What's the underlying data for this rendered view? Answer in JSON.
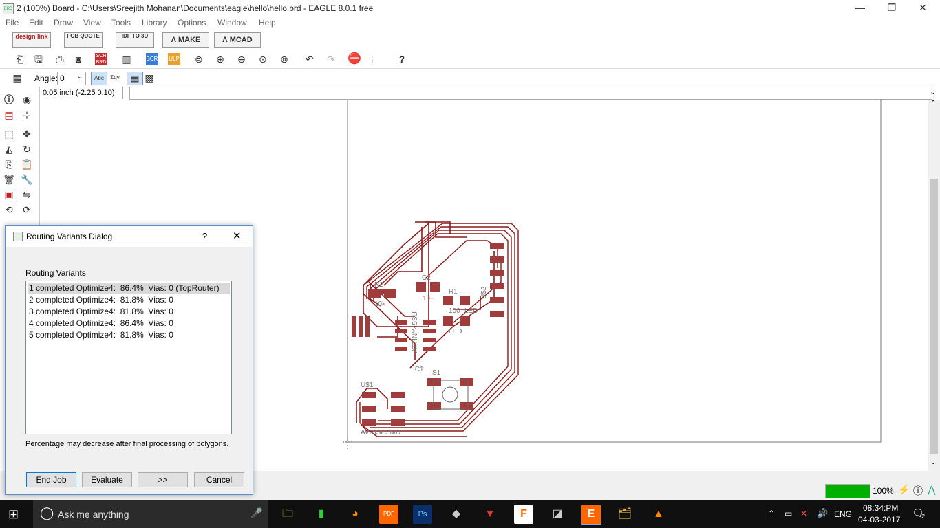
{
  "window": {
    "title": "2 (100%) Board - C:\\Users\\Sreejith Mohanan\\Documents\\eagle\\hello\\hello.brd - EAGLE 8.0.1 free",
    "minimize": "—",
    "maximize": "❐",
    "close": "✕"
  },
  "menu": [
    "File",
    "Edit",
    "Draw",
    "View",
    "Tools",
    "Library",
    "Options",
    "Window",
    "Help"
  ],
  "toolbar_top": {
    "designlink": "design link",
    "pcbquote": "PCB QUOTE",
    "idf": "IDF TO 3D",
    "make": "MAKE",
    "mcad": "MCAD"
  },
  "toolbar3": {
    "angle_label": "Angle:",
    "angle_value": "0"
  },
  "command": {
    "grid_coords": "0.05 inch (-2.25 0.10)"
  },
  "board": {
    "labels": {
      "r2": "R2",
      "r2_val": "10k",
      "c2": "C2",
      "c2_val": "1uF",
      "r1": "R1",
      "r1_val": "100",
      "led_name": "LED",
      "led_val": "LED",
      "ic": "ATTINY45SU",
      "ic1": "IC1",
      "s1": "S1",
      "u1": "U$1",
      "u2": "U$2",
      "avr": "AVRISPSMD"
    }
  },
  "status": {
    "progress_percent": 100,
    "progress_text": "100%"
  },
  "dialog": {
    "title": "Routing Variants Dialog",
    "help": "?",
    "close": "✕",
    "section_label": "Routing Variants",
    "variants": [
      "1 completed Optimize4:  86.4%  Vias: 0 (TopRouter)",
      "2 completed Optimize4:  81.8%  Vias: 0",
      "3 completed Optimize4:  81.8%  Vias: 0",
      "4 completed Optimize4:  86.4%  Vias: 0",
      "5 completed Optimize4:  81.8%  Vias: 0"
    ],
    "note": "Percentage may decrease after final processing of polygons.",
    "buttons": {
      "end_job": "End Job",
      "evaluate": "Evaluate",
      "next": ">>",
      "cancel": "Cancel"
    }
  },
  "taskbar": {
    "search_placeholder": "Ask me anything",
    "language": "ENG",
    "time": "08:34:PM",
    "date": "04-03-2017",
    "notifications": "2"
  },
  "colors": {
    "pad": "#a03c3c",
    "trace": "#8b1a1a",
    "outline": "#777777",
    "progress": "#00b000"
  }
}
